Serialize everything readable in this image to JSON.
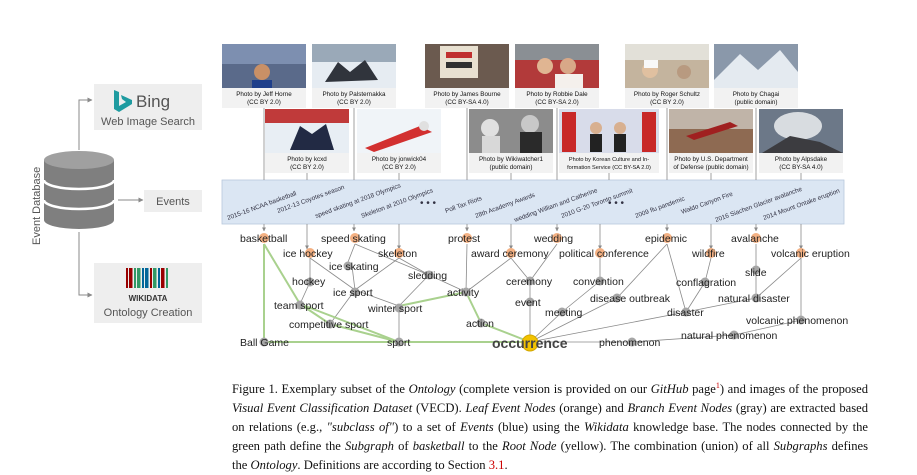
{
  "sources": {
    "database_label": "Event Database",
    "bing": {
      "name": "Bing",
      "subtitle": "Web Image Search"
    },
    "events_label": "Events",
    "wikidata": {
      "name": "WIKIDATA",
      "subtitle": "Ontology Creation"
    }
  },
  "photos_top": [
    {
      "credit1": "Photo by Jeff Horne",
      "credit2": "(CC BY 2.0)"
    },
    {
      "credit1": "Photo by Palsternakka",
      "credit2": "(CC BY 2.0)"
    },
    {
      "credit1": "Photo by James Bourne",
      "credit2": "(CC BY-SA 4.0)"
    },
    {
      "credit1": "Photo by Robbie Dale",
      "credit2": "(CC BY-SA 2.0)"
    },
    {
      "credit1": "Photo by Roger Schultz",
      "credit2": "(CC BY 2.0)"
    },
    {
      "credit1": "Photo by Chagai",
      "credit2": "(public domain)"
    }
  ],
  "photos_bottom": [
    {
      "credit1": "Photo by kcxd",
      "credit2": "(CC BY 2.0)"
    },
    {
      "credit1": "Photo by jonwick04",
      "credit2": "(CC BY 2.0)"
    },
    {
      "credit1": "Photo by Wikiwatcher1",
      "credit2": "(public domain)"
    },
    {
      "credit1": "Photo by Korean Culture and In-",
      "credit2": "formation Service (CC BY-SA 2.0)"
    },
    {
      "credit1": "Photo by U.S. Department",
      "credit2": "of Defense (public domain)"
    },
    {
      "credit1": "Photo by Alpsdake",
      "credit2": "(CC BY-SA 4.0)"
    }
  ],
  "events": [
    "2015-16 NCAA basketball",
    "2012-13 Coyotes season",
    "speed skating at 2018 Olympics",
    "Skeleton at 2010 Olympics",
    "Poll Tax Riots",
    "28th Academy Awards",
    "wedding William and Catherine",
    "2010 G-20 Toronto summit",
    "2009 flu pandemic",
    "Waldo Canyon Fire",
    "2016 Siachen Glacier avalanche",
    "2014 Mount Ontake eruption"
  ],
  "ellipsis": "• • •",
  "nodes": {
    "basketball": "basketball",
    "speed_skating": "speed skating",
    "protest": "protest",
    "wedding": "wedding",
    "epidemic": "epidemic",
    "avalanche": "avalanche",
    "ice_hockey": "ice hockey",
    "skeleton": "skeleton",
    "award_ceremony": "award ceremony",
    "political_conference": "political conference",
    "wildfire": "wildfire",
    "volcanic_eruption": "volcanic eruption",
    "ice_skating": "ice skating",
    "sledding": "sledding",
    "ceremony": "ceremony",
    "convention": "convention",
    "slide": "slide",
    "hockey": "hockey",
    "activity": "activity",
    "conflagration": "conflagration",
    "ice_sport": "ice sport",
    "disease_outbreak": "disease outbreak",
    "natural_disaster": "natural disaster",
    "team_sport": "team sport",
    "winter_sport": "winter sport",
    "event": "event",
    "meeting": "meeting",
    "disaster": "disaster",
    "volcanic_phenomenon": "volcanic phenomenon",
    "competitive_sport": "competitive sport",
    "action": "action",
    "natural_phenomenon": "natural phenomenon",
    "ball_game": "Ball Game",
    "sport": "sport",
    "occurrence": "occurrence",
    "phenomenon": "phenomenon"
  },
  "caption": {
    "p1": "Figure 1. Exemplary subset of the ",
    "i1": "Ontology",
    "p2": " (complete version is provided on our ",
    "i2": "GitHub",
    "p3": " page",
    "sup": "1",
    "p4": ") and images of the proposed ",
    "i3": "Visual Event Classification Dataset",
    "p5": " (VECD). ",
    "i4": "Leaf Event Nodes",
    "p6": " (orange) and ",
    "i5": "Branch Event Nodes",
    "p7": " (gray) are extracted based on relations (e.g., ",
    "i6": "\"subclass of\"",
    "p8": ") to a set of ",
    "i7": "Events",
    "p9": " (blue) using the ",
    "i8": "Wikidata",
    "p10": " knowledge base. The nodes connected by the green path define the ",
    "i9": "Subgraph",
    "p11": " of ",
    "i10": "basketball",
    "p12": " to the ",
    "i11": "Root Node",
    "p13": " (yellow). The combination (union) of all ",
    "i12": "Subgraphs",
    "p14": " defines the ",
    "i13": "Ontology",
    "p15": ". Definitions are according to Section ",
    "ref": "3.1",
    "p16": "."
  },
  "colors": {
    "leaf": "#f4b183",
    "branch": "#a6a6a6",
    "root": "#f2c200",
    "path": "#a9d18e",
    "events_band": "#dbe6f3"
  }
}
